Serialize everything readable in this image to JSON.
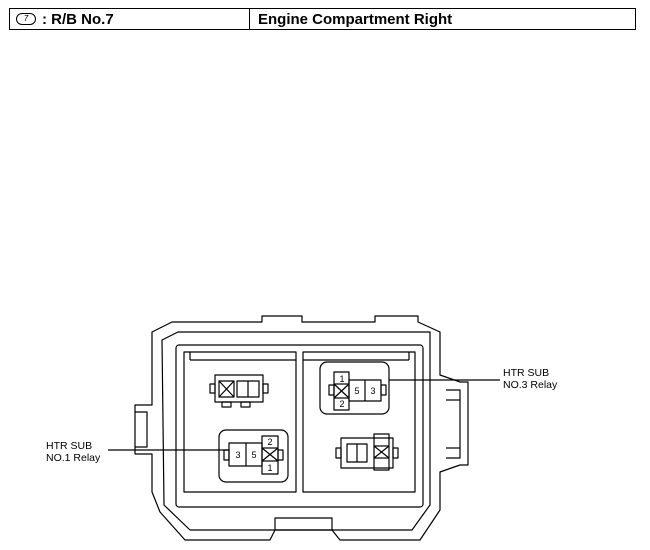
{
  "header": {
    "location_number": "7",
    "block_label": ": R/B No.7",
    "location": "Engine Compartment Right"
  },
  "relays": [
    {
      "label_line1": "HTR SUB",
      "label_line2": "NO.3 Relay",
      "pins": [
        "1",
        "2",
        "5",
        "3"
      ]
    },
    {
      "label_line1": "HTR SUB",
      "label_line2": "NO.1 Relay",
      "pins": [
        "2",
        "1",
        "3",
        "5"
      ]
    }
  ]
}
